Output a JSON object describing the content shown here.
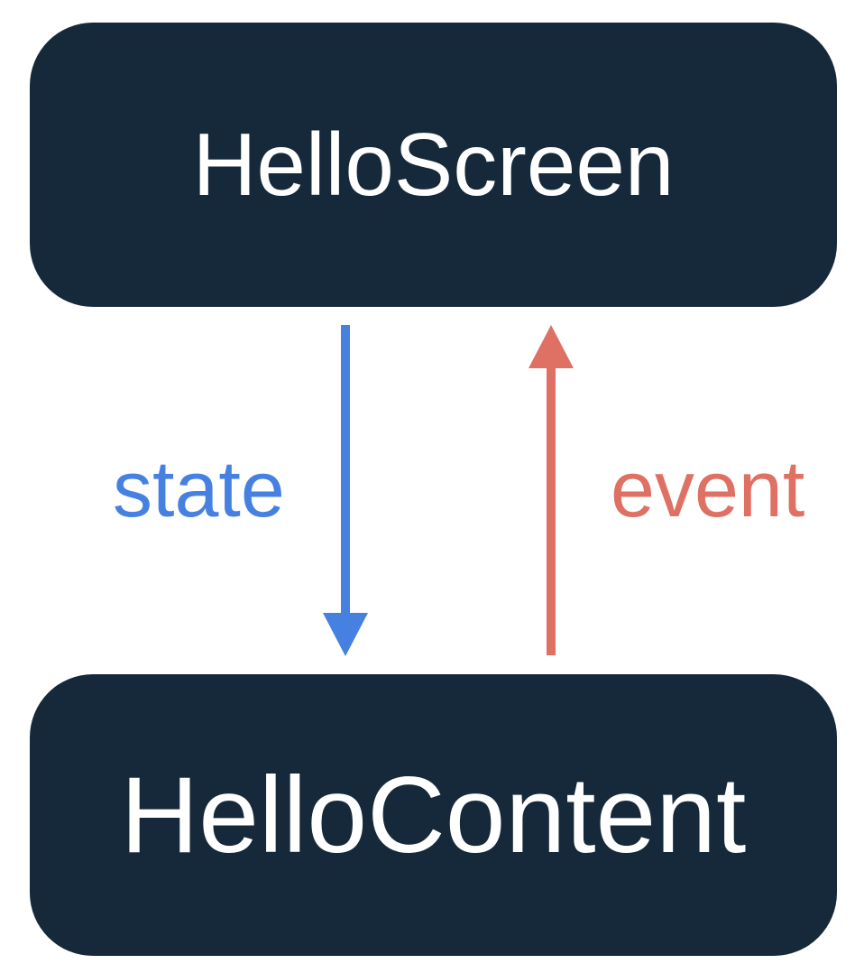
{
  "diagram": {
    "top_box": {
      "label": "HelloScreen"
    },
    "bottom_box": {
      "label": "HelloContent"
    },
    "arrows": [
      {
        "id": "state",
        "label": "state",
        "direction": "down",
        "from": "HelloScreen",
        "to": "HelloContent",
        "color": "#4681e2"
      },
      {
        "id": "event",
        "label": "event",
        "direction": "up",
        "from": "HelloContent",
        "to": "HelloScreen",
        "color": "#de7164"
      }
    ],
    "colors": {
      "background": "#ffffff",
      "box_bg": "#16293a",
      "box_text": "#ffffff",
      "state_color": "#4681e2",
      "event_color": "#de7164"
    }
  }
}
